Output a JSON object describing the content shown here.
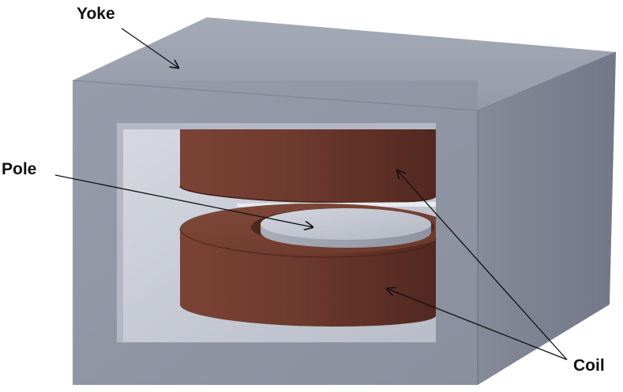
{
  "labels": {
    "yoke": "Yoke",
    "pole": "Pole",
    "coil": "Coil"
  },
  "colors": {
    "yoke_front": "#8e93a2",
    "yoke_top": "#9a9fad",
    "yoke_side": "#7b8090",
    "cavity_back": "#c9ccd6",
    "coil": "#6b3a2f",
    "pole_face": "#c4c8d2"
  }
}
